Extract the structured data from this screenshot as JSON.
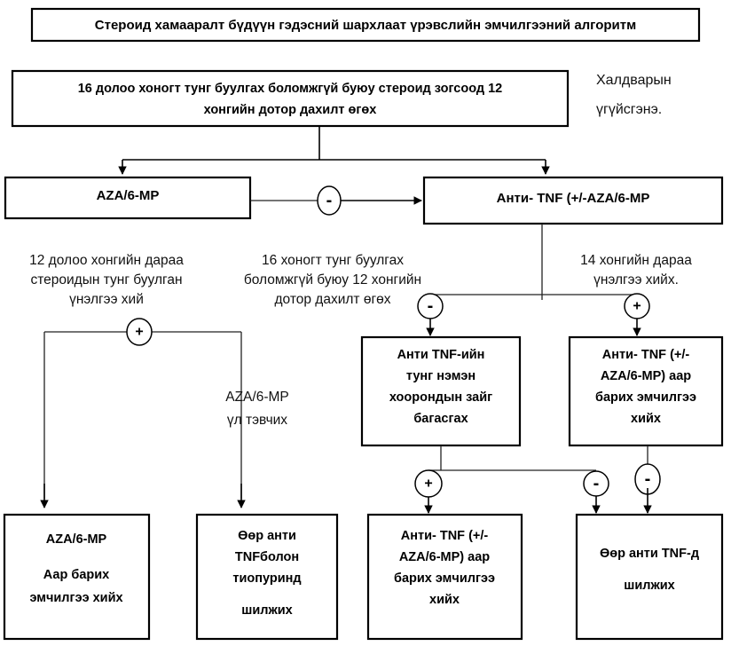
{
  "title": {
    "text": "Стероид хамааралт бүдүүн гэдэсний шархлаат үрэвслийн эмчилгээний алгоритм"
  },
  "side_note": {
    "line1": "Халдварын",
    "line2": "үгүйсгэнэ."
  },
  "boxes": {
    "criteria": {
      "line1": "16 долоо хоногт тунг буулгах боломжгүй буюу стероид зогсоод 12",
      "line2": "хонгийн дотор дахилт өгөх"
    },
    "aza_mp": {
      "line1": "AZA/6-MP"
    },
    "anti_tnf": {
      "line1": "Анти- TNF (+/-AZA/6-MP"
    },
    "anti_tnf_dose": {
      "line1": "Анти TNF-ийн",
      "line2": "тунг нэмэн",
      "line3": "хоорондын зайг",
      "line4": "багасгах"
    },
    "anti_tnf_maint_mid": {
      "line1": "Анти- TNF (+/-",
      "line2": "AZA/6-MP) аар",
      "line3": "барих эмчилгээ",
      "line4": "хийх"
    },
    "aza_maint": {
      "line1": "AZA/6-MP",
      "line2": "Аар барих",
      "line3": "эмчилгээ хийх"
    },
    "other_tnf_thio": {
      "line1": "Өөр анти",
      "line2": "TNFболон",
      "line3": "тиопуринд",
      "line4": "шилжих"
    },
    "anti_tnf_maint_bottom": {
      "line1": "Анти- TNF (+/-",
      "line2": "AZA/6-MP) аар",
      "line3": "барих эмчилгээ",
      "line4": "хийх"
    },
    "other_tnf": {
      "line1": "Өөр анти TNF-д",
      "line2": "шилжих"
    }
  },
  "annotations": {
    "left_branch": {
      "line1": "12 долоо хонгийн дараа",
      "line2": "стероидын тунг буулган",
      "line3": "үнэлгээ хий"
    },
    "middle_branch": {
      "line1": "16 хоногт тунг буулгах",
      "line2": "боломжгүй буюу 12 хонгийн",
      "line3": "дотор дахилт өгөх"
    },
    "right_branch": {
      "line1": "14 хонгийн дараа",
      "line2": "үнэлгээ хийх."
    },
    "intolerance": {
      "line1": "AZA/6-MP",
      "line2": "үл тэвчих"
    }
  },
  "signs": {
    "minus": "-",
    "plus": "+"
  },
  "connectors": [
    {
      "id": "aza-to-antitnf",
      "sign": "-"
    },
    {
      "id": "left-plus",
      "sign": "+"
    },
    {
      "id": "mid-minus",
      "sign": "-"
    },
    {
      "id": "right-plus",
      "sign": "+"
    },
    {
      "id": "dose-plus",
      "sign": "+"
    },
    {
      "id": "dose-minus",
      "sign": "-"
    },
    {
      "id": "maint-minus",
      "sign": "-"
    }
  ],
  "colors": {
    "stroke": "#000000",
    "background": "#ffffff",
    "text": "#000000"
  }
}
